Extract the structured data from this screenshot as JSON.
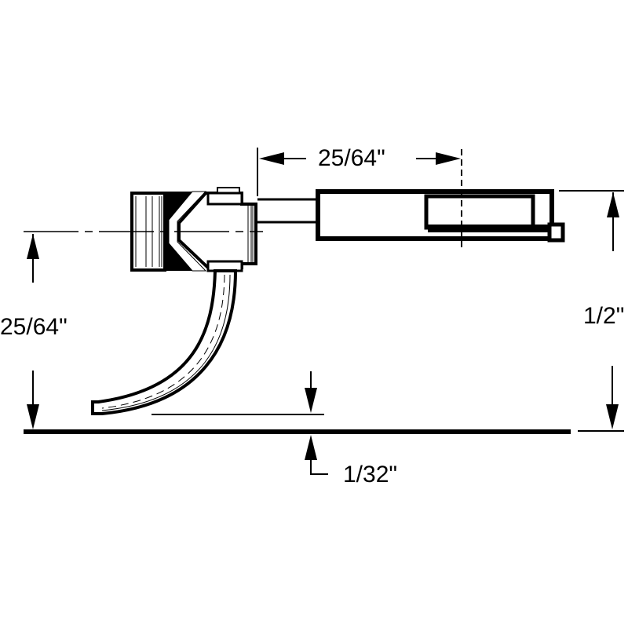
{
  "diagram": {
    "subject": "coupler side elevation with mounting dimensions",
    "colors": {
      "line": "#000000",
      "background": "#ffffff"
    },
    "dimensions": {
      "coupler_to_mount": "25/64\"",
      "centerline_height": "25/64\"",
      "mount_height": "1/2\"",
      "trip_pin_clearance": "1/32\""
    }
  }
}
